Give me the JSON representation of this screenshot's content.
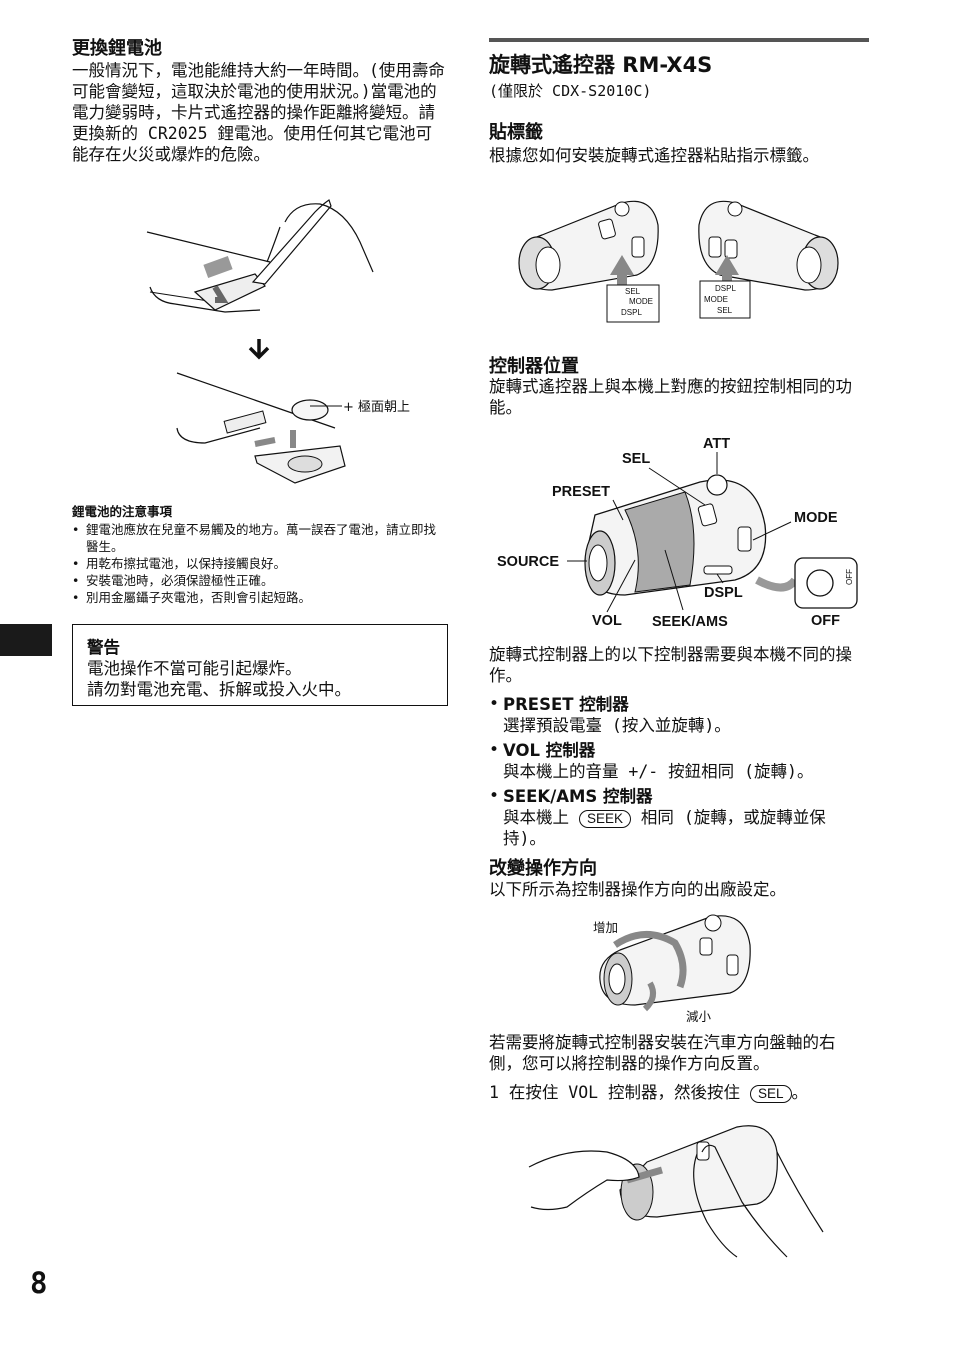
{
  "left": {
    "battery_heading": "更換鋰電池",
    "battery_text": "一般情況下，電池能維持大約一年時間。(使用壽命可能會變短，這取決於電池的使用狀況。)當電池的電力變弱時，卡片式遙控器的操作距離將變短。請更換新的 CR2025 鋰電池。使用任何其它電池可能存在火災或爆炸的危險。",
    "plus_side_label": "+ 極面朝上",
    "caution_heading": "鋰電池的注意事項",
    "caution_items": [
      "鋰電池應放在兒童不易觸及的地方。萬一誤吞了電池，請立即找醫生。",
      "用乾布擦拭電池，以保持接觸良好。",
      "安裝電池時，必須保證極性正確。",
      "別用金屬鑷子夾電池，否則會引起短路。"
    ],
    "warning_title": "警告",
    "warning_line1": "電池操作不當可能引起爆炸。",
    "warning_line2": "請勿對電池充電、拆解或投入火中。"
  },
  "right": {
    "title": "旋轉式遙控器 RM-X4S",
    "subtitle": "(僅限於 CDX-S2010C)",
    "label_heading": "貼標籤",
    "label_text": "根據您如何安裝旋轉式遙控器粘貼指示標籤。",
    "sticker1": [
      "SEL",
      "MODE",
      "DSPL"
    ],
    "sticker2": [
      "DSPL",
      "MODE",
      "SEL"
    ],
    "controls_heading": "控制器位置",
    "controls_text": "旋轉式遙控器上與本機上對應的按鈕控制相同的功能。",
    "diagram_labels": {
      "att": "ATT",
      "sel": "SEL",
      "preset": "PRESET",
      "mode": "MODE",
      "source": "SOURCE",
      "dspl": "DSPL",
      "vol": "VOL",
      "seek": "SEEK/AMS",
      "off": "OFF",
      "off_small": "OFF"
    },
    "diff_text": "旋轉式控制器上的以下控制器需要與本機不同的操作。",
    "bullets": {
      "preset_title": "PRESET 控制器",
      "preset_desc": "選擇預設電臺 (按入並旋轉)。",
      "vol_title": "VOL 控制器",
      "vol_desc": "與本機上的音量 +/- 按鈕相同 (旋轉)。",
      "seek_title": "SEEK/AMS 控制器",
      "seek_desc_a": "與本機上",
      "seek_key": "SEEK",
      "seek_desc_b": "相同 (旋轉，或旋轉並保持)。"
    },
    "direction_heading": "改變操作方向",
    "direction_text": "以下所示為控制器操作方向的出廠設定。",
    "increase": "增加",
    "decrease": "減小",
    "reverse_text": "若需要將旋轉式控制器安裝在汽車方向盤軸的右側，您可以將控制器的操作方向反置。",
    "step1_a": "1 在按住 VOL 控制器，然後按住",
    "step1_key": "SEL",
    "step1_b": "。"
  },
  "page_number": "8",
  "colors": {
    "rule": "#555555",
    "tab": "#1a1a1a",
    "arrow": "#888888"
  }
}
